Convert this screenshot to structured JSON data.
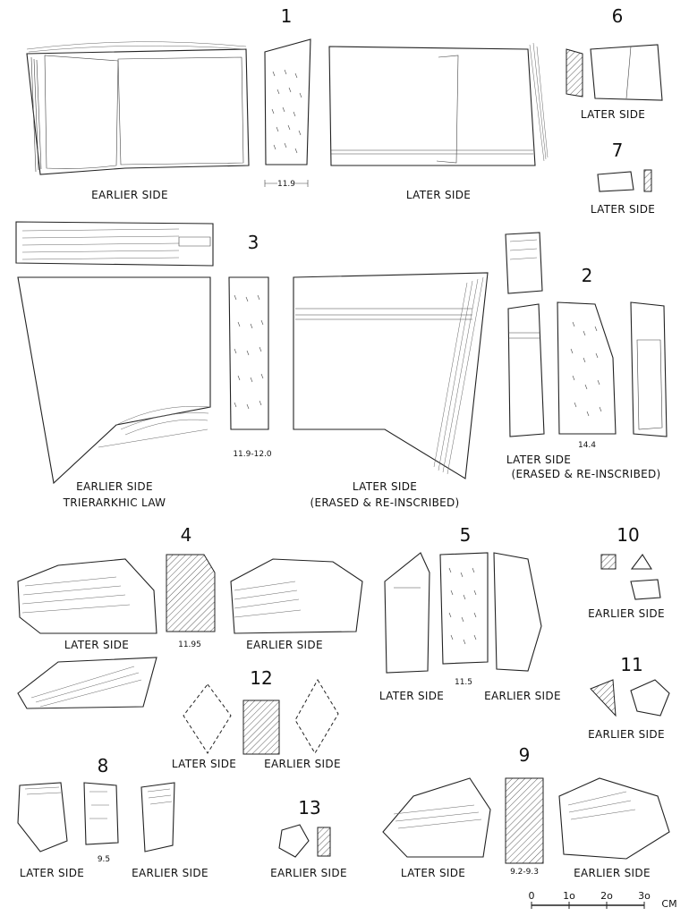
{
  "fragments": [
    {
      "id": "f1",
      "number": "1",
      "labels": {
        "earlier": "EARLIER SIDE",
        "later": "LATER SIDE"
      },
      "thickness": "11.9"
    },
    {
      "id": "f2",
      "number": "2",
      "labels": {
        "later_1": "LATER SIDE",
        "later_2": "(ERASED & RE-INSCRIBED)"
      },
      "thickness": "14.4"
    },
    {
      "id": "f3",
      "number": "3",
      "labels": {
        "earlier_1": "EARLIER SIDE",
        "earlier_2": "TRIERARKHIC LAW",
        "later_1": "LATER SIDE",
        "later_2": "(ERASED & RE-INSCRIBED)"
      },
      "thickness": "11.9-12.0"
    },
    {
      "id": "f4",
      "number": "4",
      "labels": {
        "later": "LATER  SIDE",
        "earlier": "EARLIER  SIDE"
      },
      "thickness": "11.95"
    },
    {
      "id": "f5",
      "number": "5",
      "labels": {
        "later": "LATER SIDE",
        "earlier": "EARLIER SIDE"
      },
      "thickness": "11.5"
    },
    {
      "id": "f6",
      "number": "6",
      "labels": {
        "later": "LATER SIDE"
      }
    },
    {
      "id": "f7",
      "number": "7",
      "labels": {
        "later": "LATER SIDE"
      }
    },
    {
      "id": "f8",
      "number": "8",
      "labels": {
        "later": "LATER SIDE",
        "earlier": "EARLIER SIDE"
      },
      "thickness": "9.5"
    },
    {
      "id": "f9",
      "number": "9",
      "labels": {
        "later": "LATER SIDE",
        "earlier": "EARLIER SIDE"
      },
      "thickness": "9.2-9.3"
    },
    {
      "id": "f10",
      "number": "10",
      "labels": {
        "earlier": "EARLIER SIDE"
      }
    },
    {
      "id": "f11",
      "number": "11",
      "labels": {
        "earlier": "EARLIER SIDE"
      }
    },
    {
      "id": "f12",
      "number": "12",
      "labels": {
        "later": "LATER SIDE",
        "earlier": "EARLIER SIDE"
      }
    },
    {
      "id": "f13",
      "number": "13",
      "labels": {
        "earlier": "EARLIER  SIDE"
      }
    }
  ],
  "scale": {
    "ticks": [
      "0",
      "1o",
      "2o",
      "3o"
    ],
    "unit": "CM"
  }
}
